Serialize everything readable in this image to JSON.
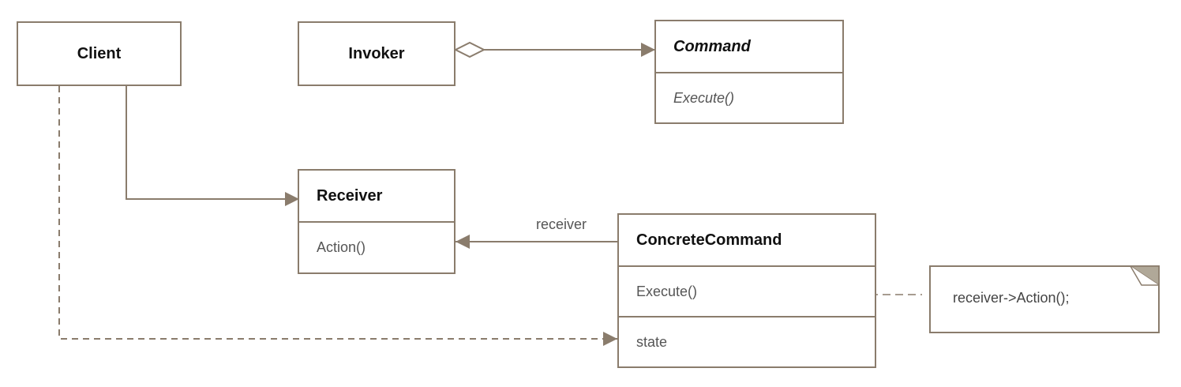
{
  "classes": {
    "client": {
      "name": "Client"
    },
    "invoker": {
      "name": "Invoker"
    },
    "command": {
      "name": "Command",
      "operation": "Execute()"
    },
    "receiver": {
      "name": "Receiver",
      "operation": "Action()"
    },
    "concrete_command": {
      "name": "ConcreteCommand",
      "operation": "Execute()",
      "attribute": "state"
    }
  },
  "associations": {
    "receiver_role": "receiver"
  },
  "note": {
    "text": "receiver->Action();"
  },
  "colors": {
    "stroke": "#8a7c6c",
    "note_fold": "#b0a898"
  }
}
